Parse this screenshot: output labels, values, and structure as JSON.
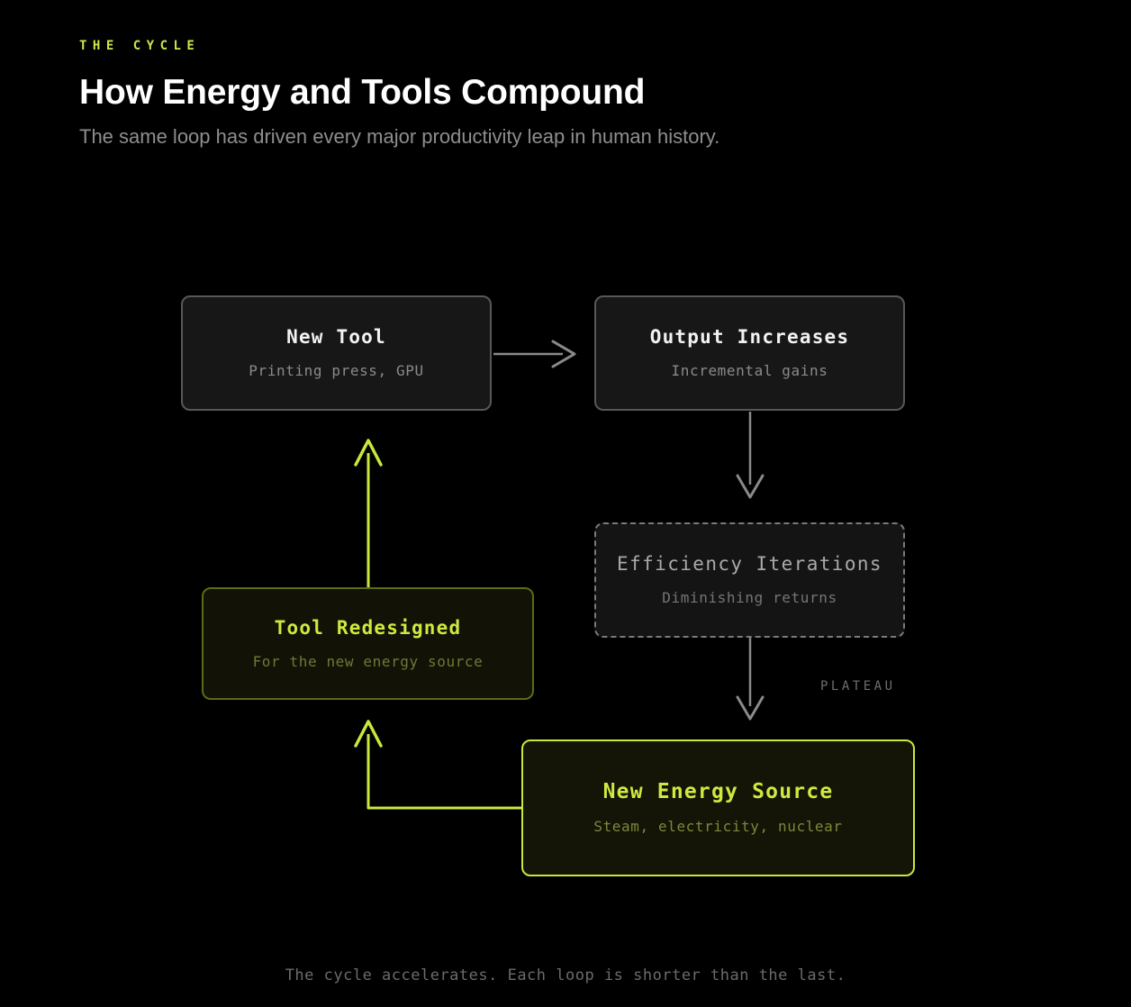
{
  "header": {
    "eyebrow": "THE CYCLE",
    "title": "How Energy and Tools Compound",
    "subtitle": "The same loop has driven every major productivity leap in human history."
  },
  "colors": {
    "background": "#000000",
    "accent_bright": "#c9e83c",
    "accent_dim": "#5c6b18",
    "neutral_border": "#585858",
    "neutral_fill": "#171717",
    "muted_text": "#8a8a8a",
    "arrow_neutral": "#8a8a8a",
    "arrow_accent": "#c9e83c"
  },
  "diagram": {
    "type": "cycle-flowchart",
    "nodes": [
      {
        "id": "new-tool",
        "title": "New Tool",
        "subtitle": "Printing press, GPU",
        "style": "neutral"
      },
      {
        "id": "output-increases",
        "title": "Output Increases",
        "subtitle": "Incremental gains",
        "style": "neutral"
      },
      {
        "id": "efficiency-iterations",
        "title": "Efficiency Iterations",
        "subtitle": "Diminishing returns",
        "style": "dashed"
      },
      {
        "id": "new-energy-source",
        "title": "New Energy Source",
        "subtitle": "Steam, electricity, nuclear",
        "style": "accent-bright"
      },
      {
        "id": "tool-redesigned",
        "title": "Tool Redesigned",
        "subtitle": "For the new energy source",
        "style": "accent-dim"
      }
    ],
    "edges": [
      {
        "id": "tool-to-output",
        "from": "new-tool",
        "to": "output-increases",
        "style": "neutral",
        "label": ""
      },
      {
        "id": "output-to-efficiency",
        "from": "output-increases",
        "to": "efficiency-iterations",
        "style": "neutral",
        "label": ""
      },
      {
        "id": "efficiency-to-energy",
        "from": "efficiency-iterations",
        "to": "new-energy-source",
        "style": "neutral",
        "label": "PLATEAU"
      },
      {
        "id": "energy-to-redesign",
        "from": "new-energy-source",
        "to": "tool-redesigned",
        "style": "accent",
        "label": ""
      },
      {
        "id": "redesign-to-tool",
        "from": "tool-redesigned",
        "to": "new-tool",
        "style": "accent",
        "label": ""
      }
    ],
    "plateau_label": "PLATEAU"
  },
  "footnote": "The cycle accelerates. Each loop is shorter than the last."
}
